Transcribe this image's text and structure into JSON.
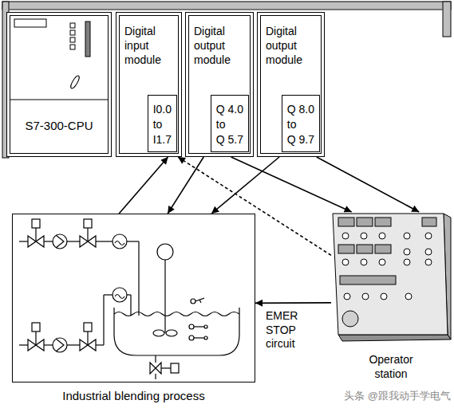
{
  "diagram": {
    "nodes": [
      {
        "text": [
          "S7-300-CPU"
        ]
      },
      {
        "text": [
          "Digital input module"
        ]
      },
      {
        "text": [
          "I0.0 to I1.7"
        ],
        "in": 1
      },
      {
        "text": [
          "Digital output module"
        ]
      },
      {
        "text": [
          "Q 4.0 to Q 5.7"
        ],
        "in": 3
      },
      {
        "text": [
          "Digital output module"
        ]
      },
      {
        "text": [
          "Q 8.0 to Q 9.7"
        ],
        "in": 5
      },
      {
        "text": [
          "Industrial blending process"
        ]
      },
      {
        "text": [
          "Operator station"
        ]
      }
    ],
    "edges": [
      {
        "from": 7,
        "to": 1,
        "arrow": "to"
      },
      {
        "from": 3,
        "to": 7,
        "arrow": "to"
      },
      {
        "from": 5,
        "to": 7,
        "arrow": "to"
      },
      {
        "from": 3,
        "to": 8,
        "arrow": "to"
      },
      {
        "from": 5,
        "to": 8,
        "arrow": "to"
      },
      {
        "from": 8,
        "to": 1,
        "arrow": "to"
      },
      {
        "from": 8,
        "to": 7,
        "label": "EMER STOP circuit",
        "arrow": "to"
      }
    ],
    "labels": [
      "头条 @跟我动手学电气"
    ]
  }
}
